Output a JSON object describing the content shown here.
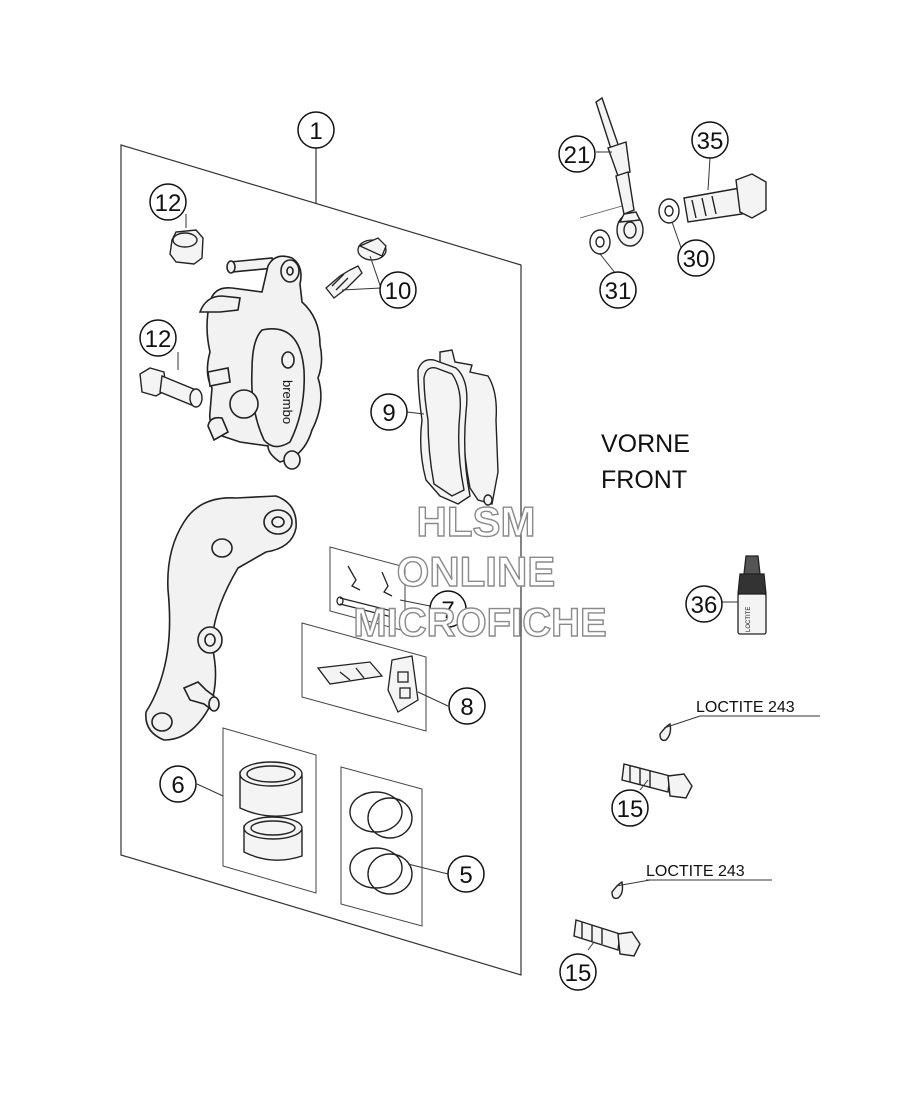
{
  "diagram": {
    "region_label": [
      "VORNE",
      "FRONT"
    ],
    "loctite_labels": [
      "LOCTITE 243",
      "LOCTITE 243"
    ],
    "caliper_brand": "brembo",
    "loctite_bottle_label": "LOCTITE",
    "callouts": [
      "1",
      "12",
      "10",
      "12",
      "9",
      "7",
      "8",
      "6",
      "5",
      "21",
      "35",
      "30",
      "31",
      "36",
      "15",
      "15"
    ],
    "watermark": [
      "HLSM",
      "ONLINE",
      "MICROFICHE"
    ]
  }
}
